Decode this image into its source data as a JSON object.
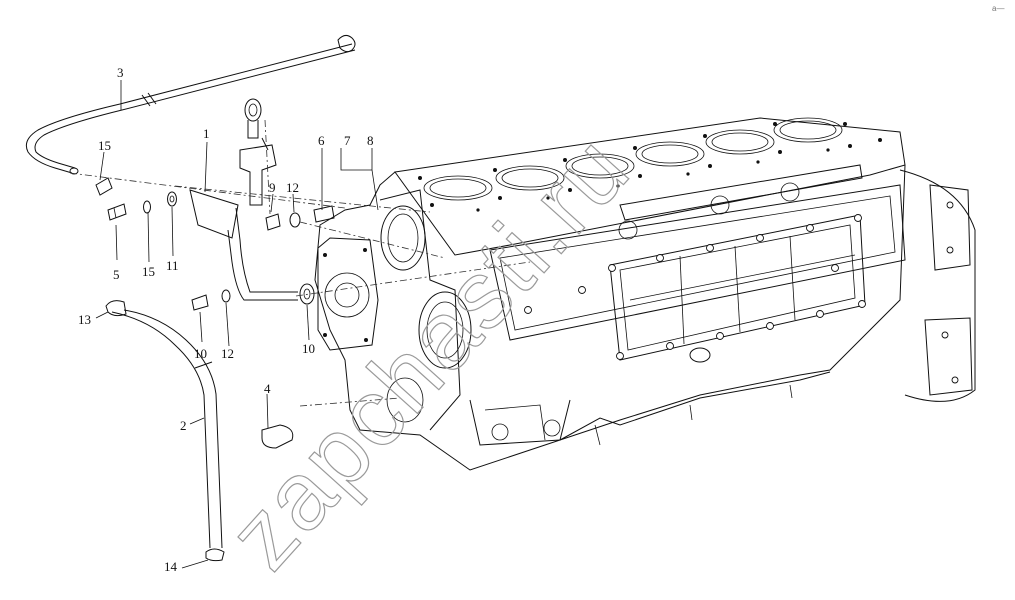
{
  "watermark": "zapchasti.ru",
  "corner_mark": "a—",
  "callouts": [
    {
      "id": "c1",
      "text": "1"
    },
    {
      "id": "c2",
      "text": "2"
    },
    {
      "id": "c3",
      "text": "3"
    },
    {
      "id": "c4",
      "text": "4"
    },
    {
      "id": "c5",
      "text": "5"
    },
    {
      "id": "c6",
      "text": "6"
    },
    {
      "id": "c7",
      "text": "7"
    },
    {
      "id": "c8",
      "text": "8"
    },
    {
      "id": "c9",
      "text": "9"
    },
    {
      "id": "c10a",
      "text": "10"
    },
    {
      "id": "c10b",
      "text": "10"
    },
    {
      "id": "c11",
      "text": "11"
    },
    {
      "id": "c12a",
      "text": "12"
    },
    {
      "id": "c12b",
      "text": "12"
    },
    {
      "id": "c13",
      "text": "13"
    },
    {
      "id": "c14",
      "text": "14"
    },
    {
      "id": "c15a",
      "text": "15"
    },
    {
      "id": "c15b",
      "text": "15"
    }
  ],
  "parts": {
    "engine_block": "engine-block",
    "breather_pipe": "breather-pipe",
    "drain_hose": "drain-hose",
    "lifting_eye": "lifting-eye",
    "hose_clamp": "hose-clamp",
    "banjo_bolt": "banjo-bolt",
    "sealing_washer": "sealing-washer",
    "bracket": "bracket",
    "clip": "clip"
  }
}
